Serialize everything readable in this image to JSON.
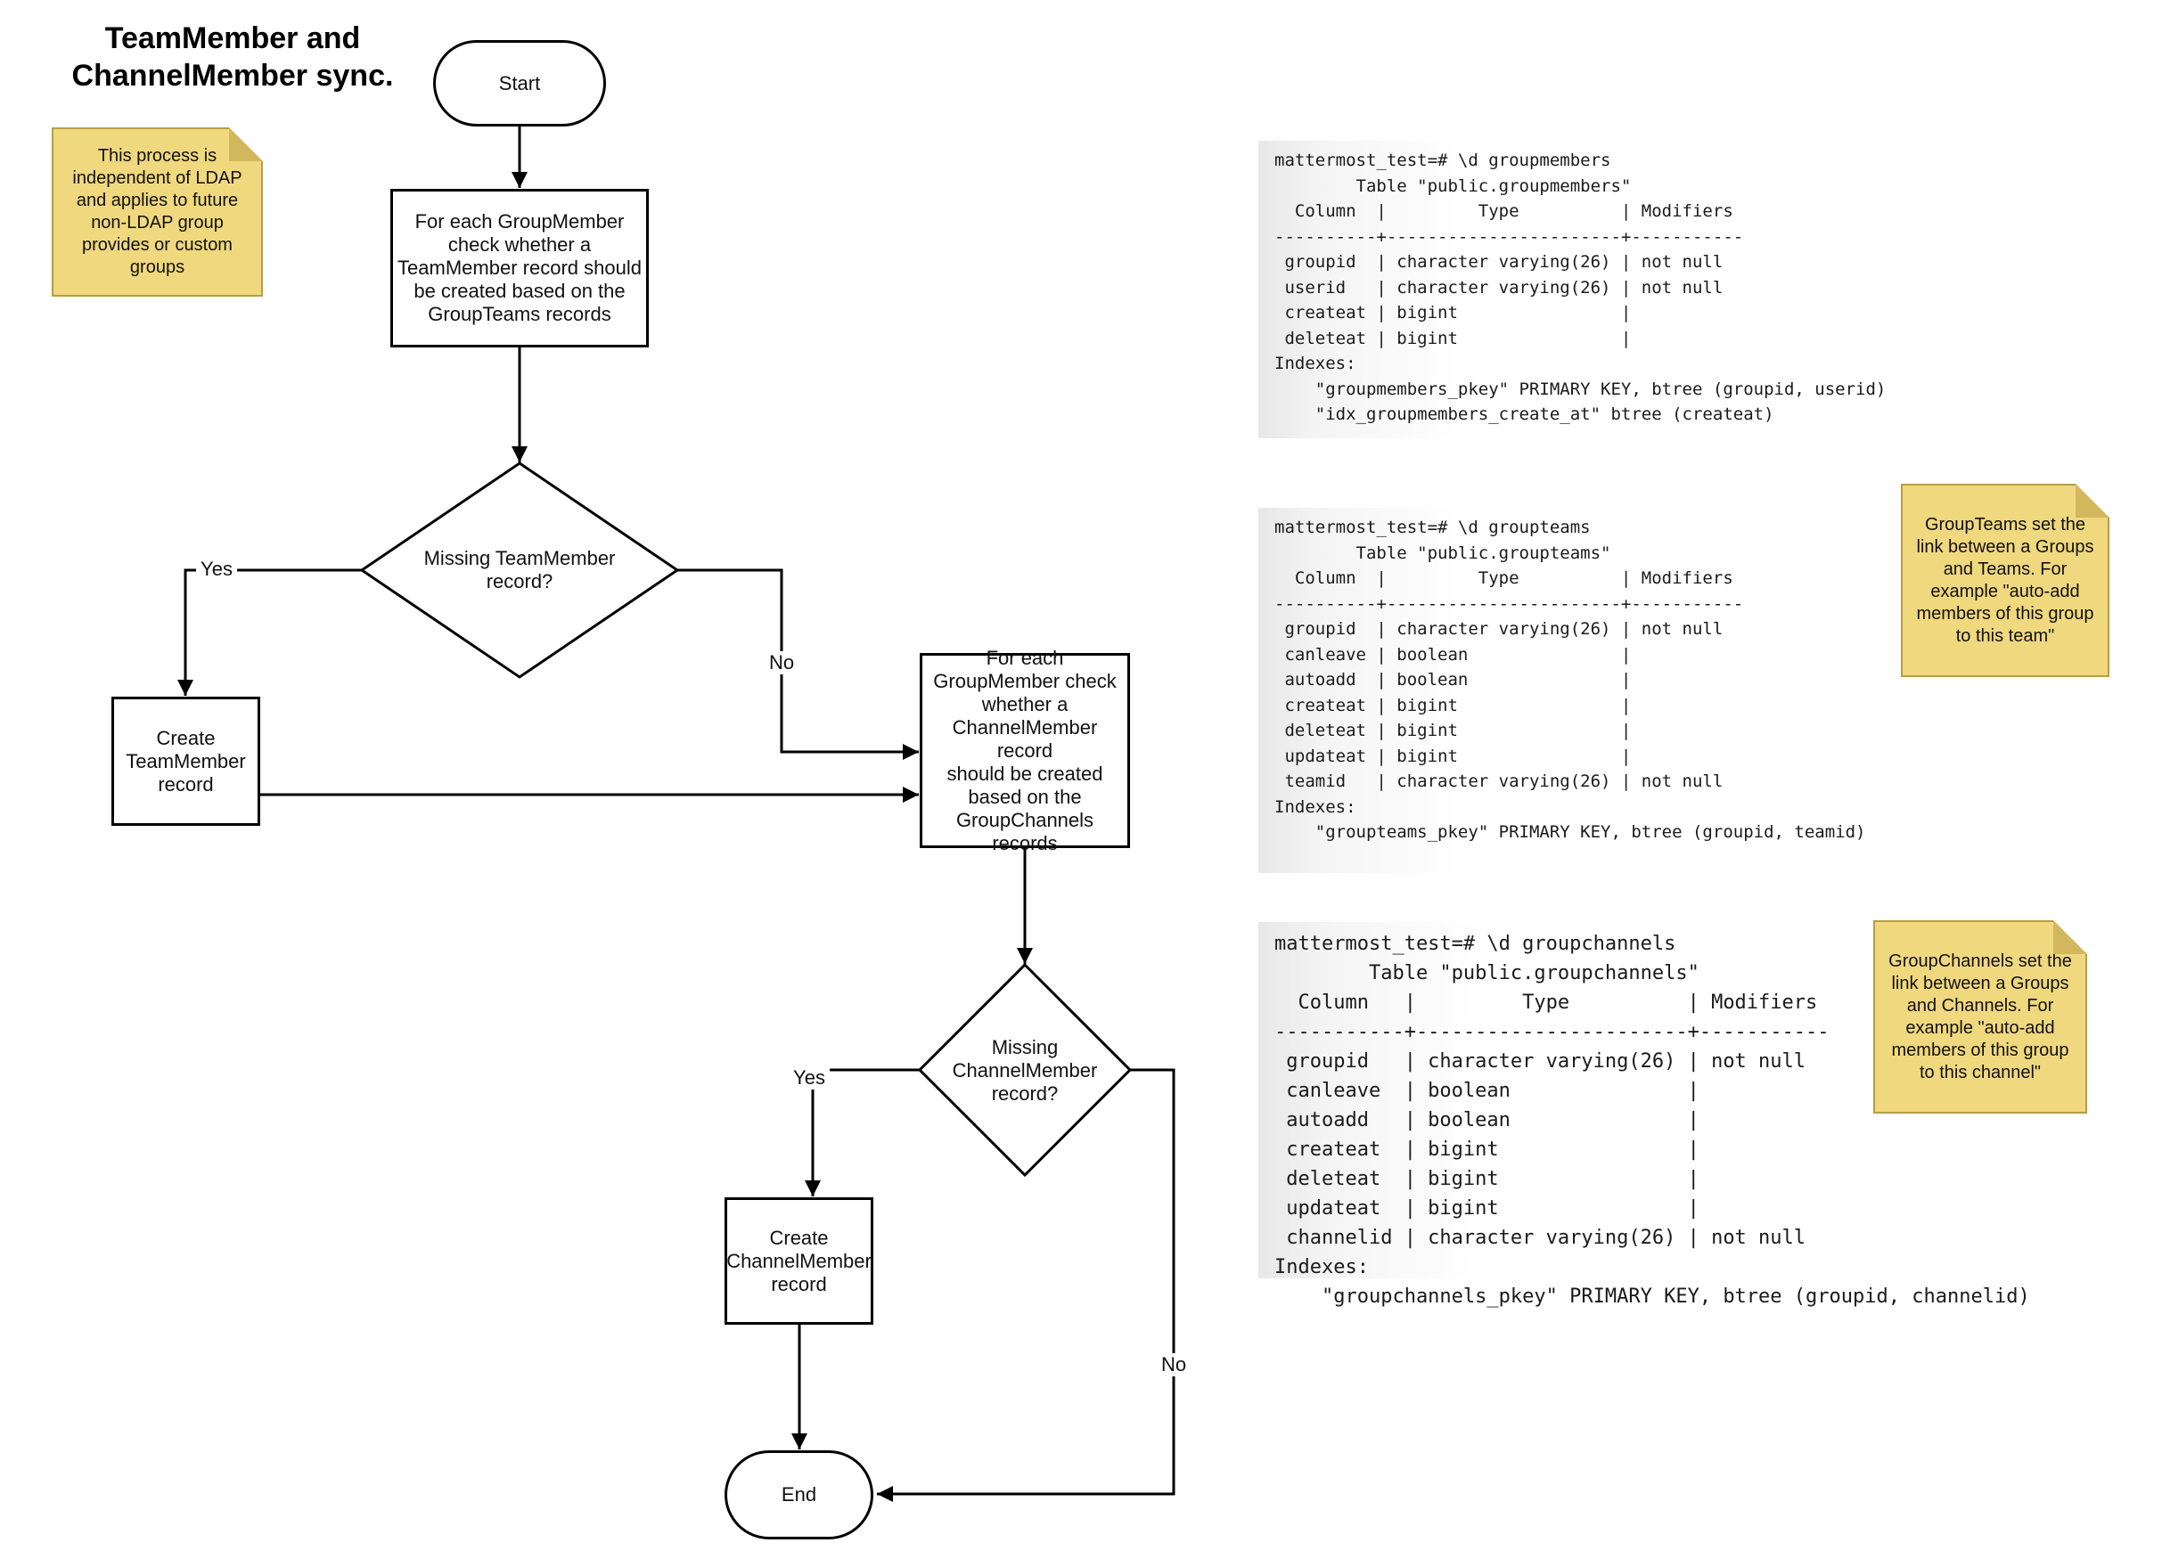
{
  "title": {
    "line1": "TeamMember and",
    "line2": "ChannelMember sync."
  },
  "flowchart": {
    "start_label": "Start",
    "process1": "For each GroupMember\ncheck whether a\nTeamMember record should\nbe created based on the\nGroupTeams records",
    "decision1": "Missing TeamMember\nrecord?",
    "create_team_member": "Create\nTeamMember\nrecord",
    "process2": "For each\nGroupMember check\nwhether a\nChannelMember record\nshould be created\nbased on the\nGroupChannels\nrecords",
    "decision2": "Missing\nChannelMember\nrecord?",
    "create_channel_member": "Create\nChannelMember\nrecord",
    "end_label": "End",
    "labels": {
      "yes1": "Yes",
      "no1": "No",
      "yes2": "Yes",
      "no2": "No"
    }
  },
  "notes": {
    "process_note": "This process is\nindependent of LDAP\nand applies to future\nnon-LDAP group\nprovides or custom\ngroups",
    "groupteams_note": "GroupTeams set the\nlink between a Groups\nand Teams. For\nexample \"auto-add\nmembers of this group\nto this team\"",
    "groupchannels_note": "GroupChannels set the\nlink between a Groups\nand Channels. For\nexample \"auto-add\nmembers of this group\nto this channel\""
  },
  "code_blocks": {
    "groupmembers": [
      "mattermost_test=# \\d groupmembers",
      "        Table \"public.groupmembers\"",
      "  Column  |         Type          | Modifiers",
      "----------+-----------------------+-----------",
      " groupid  | character varying(26) | not null",
      " userid   | character varying(26) | not null",
      " createat | bigint                |",
      " deleteat | bigint                |",
      "Indexes:",
      "    \"groupmembers_pkey\" PRIMARY KEY, btree (groupid, userid)",
      "    \"idx_groupmembers_create_at\" btree (createat)"
    ],
    "groupteams": [
      "mattermost_test=# \\d groupteams",
      "        Table \"public.groupteams\"",
      "  Column  |         Type          | Modifiers",
      "----------+-----------------------+-----------",
      " groupid  | character varying(26) | not null",
      " canleave | boolean               |",
      " autoadd  | boolean               |",
      " createat | bigint                |",
      " deleteat | bigint                |",
      " updateat | bigint                |",
      " teamid   | character varying(26) | not null",
      "Indexes:",
      "    \"groupteams_pkey\" PRIMARY KEY, btree (groupid, teamid)"
    ],
    "groupchannels": [
      "mattermost_test=# \\d groupchannels",
      "        Table \"public.groupchannels\"",
      "  Column   |         Type          | Modifiers",
      "-----------+-----------------------+-----------",
      " groupid   | character varying(26) | not null",
      " canleave  | boolean               |",
      " autoadd   | boolean               |",
      " createat  | bigint                |",
      " deleteat  | bigint                |",
      " updateat  | bigint                |",
      " channelid | character varying(26) | not null",
      "Indexes:",
      "    \"groupchannels_pkey\" PRIMARY KEY, btree (groupid, channelid)"
    ]
  },
  "colors": {
    "line": "#000000",
    "node_fill": "#ffffff",
    "note_fill": "#f0d87e",
    "note_border": "#b99c44",
    "note_fold": "#d3b75c",
    "code_bg_left": "#e7e7e7"
  }
}
